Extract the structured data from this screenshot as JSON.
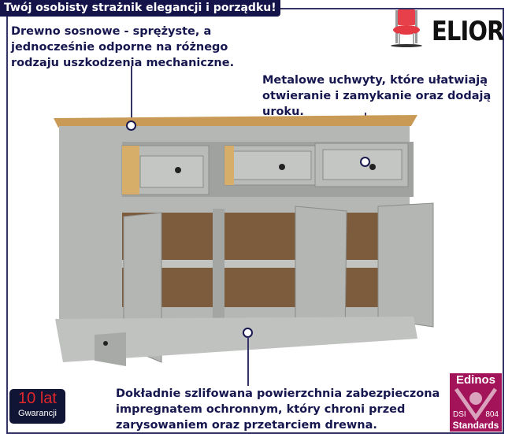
{
  "header": {
    "title": "Twój osobisty strażnik elegancji i porządku!"
  },
  "brand": {
    "name": "ELIOR",
    "logo_icon": "red-chair-icon",
    "accent": "#e2262a"
  },
  "callouts": {
    "wood": "Drewno sosnowe - sprężyste, a\njednocześnie odporne na różnego\nrodzaju uszkodzenia mechaniczne.",
    "handles": "Metalowe uchwyty, które ułatwiają\notwieranie i zamykanie oraz dodają\nuroku.",
    "surface": "Dokładnie szlifowana powierzchnia zabezpieczona\nimpregnatem ochronnym, który chroni przed\nzarysowaniem oraz przetarciem drewna."
  },
  "warranty": {
    "years": "10 lat",
    "label": "Gwarancji"
  },
  "certificate": {
    "name": "Edinos",
    "left": "DSI",
    "right": "804",
    "bottom": "Standards",
    "color": "#a3135a"
  }
}
